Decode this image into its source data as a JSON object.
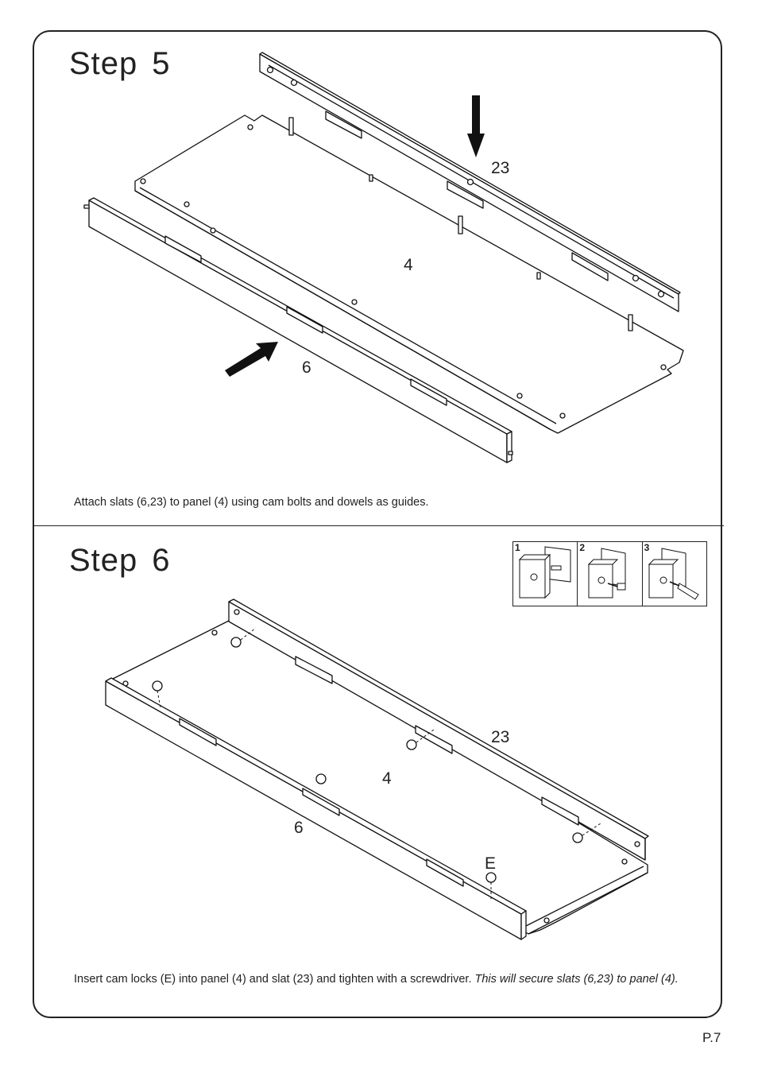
{
  "step5": {
    "word": "Step",
    "number": "5",
    "callouts": {
      "slat_back": "23",
      "panel": "4",
      "slat_front": "6"
    },
    "instruction": "Attach slats (6,23) to panel (4) using cam bolts and dowels as guides."
  },
  "step6": {
    "word": "Step",
    "number": "6",
    "callouts": {
      "slat_back": "23",
      "panel": "4",
      "slat_front": "6",
      "cam_lock": "E"
    },
    "instruction": "Insert cam locks (E) into panel (4) and slat (23) and tighten with a screwdriver. ",
    "instruction_italic": "This will secure slats (6,23) to panel (4).",
    "inset_steps": [
      "1",
      "2",
      "3"
    ]
  },
  "page_number": "P.7"
}
